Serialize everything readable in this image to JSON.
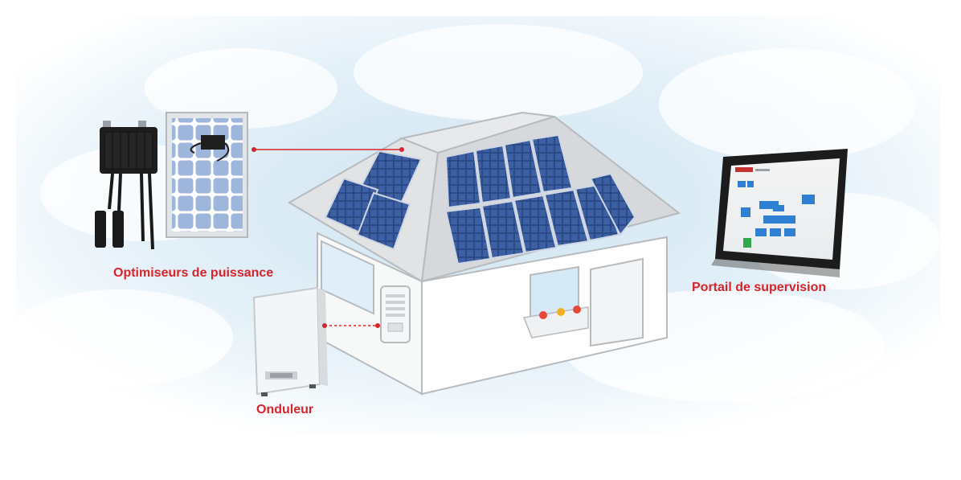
{
  "labels": {
    "optimizers": "Optimiseurs de puissance",
    "inverter": "Onduleur",
    "portal": "Portail de supervision"
  },
  "colors": {
    "accent": "#d7242b",
    "sky": "#d5e9f4",
    "house_wall": "#ffffff",
    "house_outline": "#b9bcbf",
    "roof": "#d9dbdd",
    "panel": "#2f4f8e",
    "panel_cell": "#5a7dbd",
    "monitor": "#1c1c1c",
    "connector": "#d7242b"
  },
  "icons": {
    "optimizer": "power-optimizer-icon",
    "panel": "solar-panel-icon",
    "inverter": "inverter-icon",
    "portal": "monitor-icon"
  }
}
